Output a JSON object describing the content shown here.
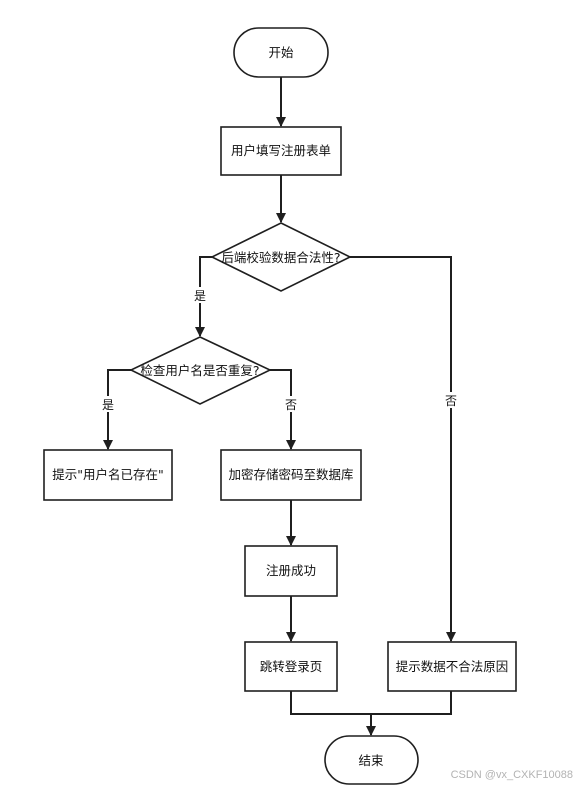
{
  "nodes": {
    "start": "开始",
    "fill_form": "用户填写注册表单",
    "validate": "后端校验数据合法性?",
    "check_dup": "检查用户名是否重复?",
    "exists_tip": "提示\"用户名已存在\"",
    "encrypt": "加密存储密码至数据库",
    "success": "注册成功",
    "redirect": "跳转登录页",
    "invalid_tip": "提示数据不合法原因",
    "end": "结束"
  },
  "edges": {
    "validate_yes": "是",
    "validate_no": "否",
    "dup_yes": "是",
    "dup_no": "否"
  },
  "watermark": "CSDN @vx_CXKF10088"
}
